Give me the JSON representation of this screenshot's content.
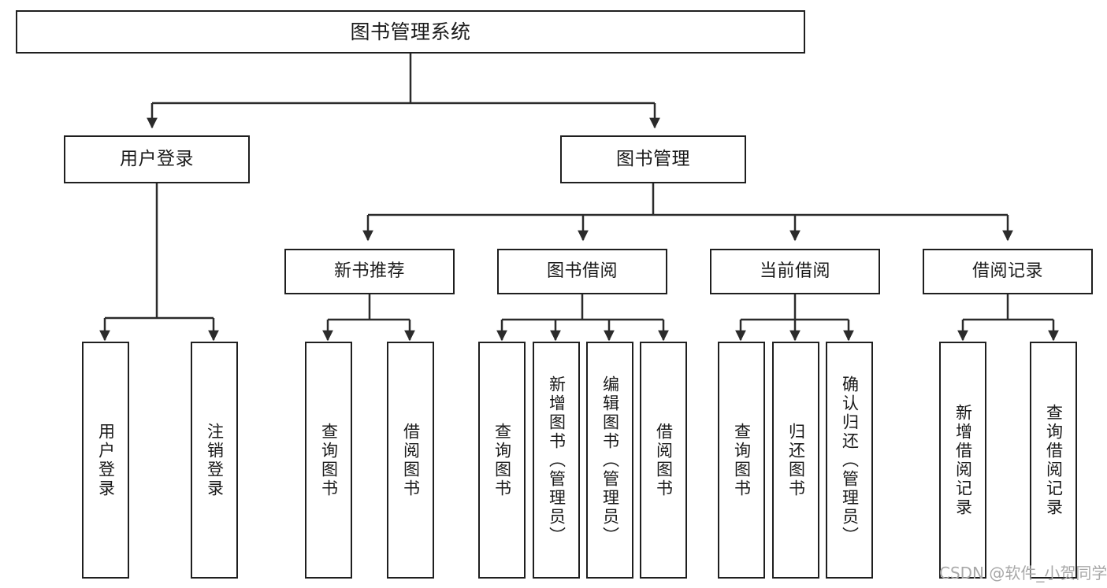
{
  "diagram": {
    "title": "图书管理系统",
    "type": "hierarchy-tree",
    "watermark": "CSDN @软件_小贺同学",
    "colors": {
      "box_border": "#1f1f1f",
      "box_fill": "#ffffff",
      "edge": "#2b2b2b",
      "text": "#1a1a1a",
      "watermark": "#a8a8a8",
      "background": "#ffffff"
    },
    "root": {
      "label": "图书管理系统"
    },
    "level1": [
      {
        "label": "用户登录"
      },
      {
        "label": "图书管理"
      }
    ],
    "level2": [
      {
        "label": "新书推荐"
      },
      {
        "label": "图书借阅"
      },
      {
        "label": "当前借阅"
      },
      {
        "label": "借阅记录"
      }
    ],
    "leaves": {
      "user_login": [
        {
          "label": "用户登录"
        },
        {
          "label": "注销登录"
        }
      ],
      "new_book": [
        {
          "label": "查询图书"
        },
        {
          "label": "借阅图书"
        }
      ],
      "book_borrow": [
        {
          "label": "查询图书"
        },
        {
          "label": "新增图书（管理员）"
        },
        {
          "label": "编辑图书（管理员）"
        },
        {
          "label": "借阅图书"
        }
      ],
      "current_borrow": [
        {
          "label": "查询图书"
        },
        {
          "label": "归还图书"
        },
        {
          "label": "确认归还（管理员）"
        }
      ],
      "borrow_record": [
        {
          "label": "新增借阅记录"
        },
        {
          "label": "查询借阅记录"
        }
      ]
    }
  }
}
